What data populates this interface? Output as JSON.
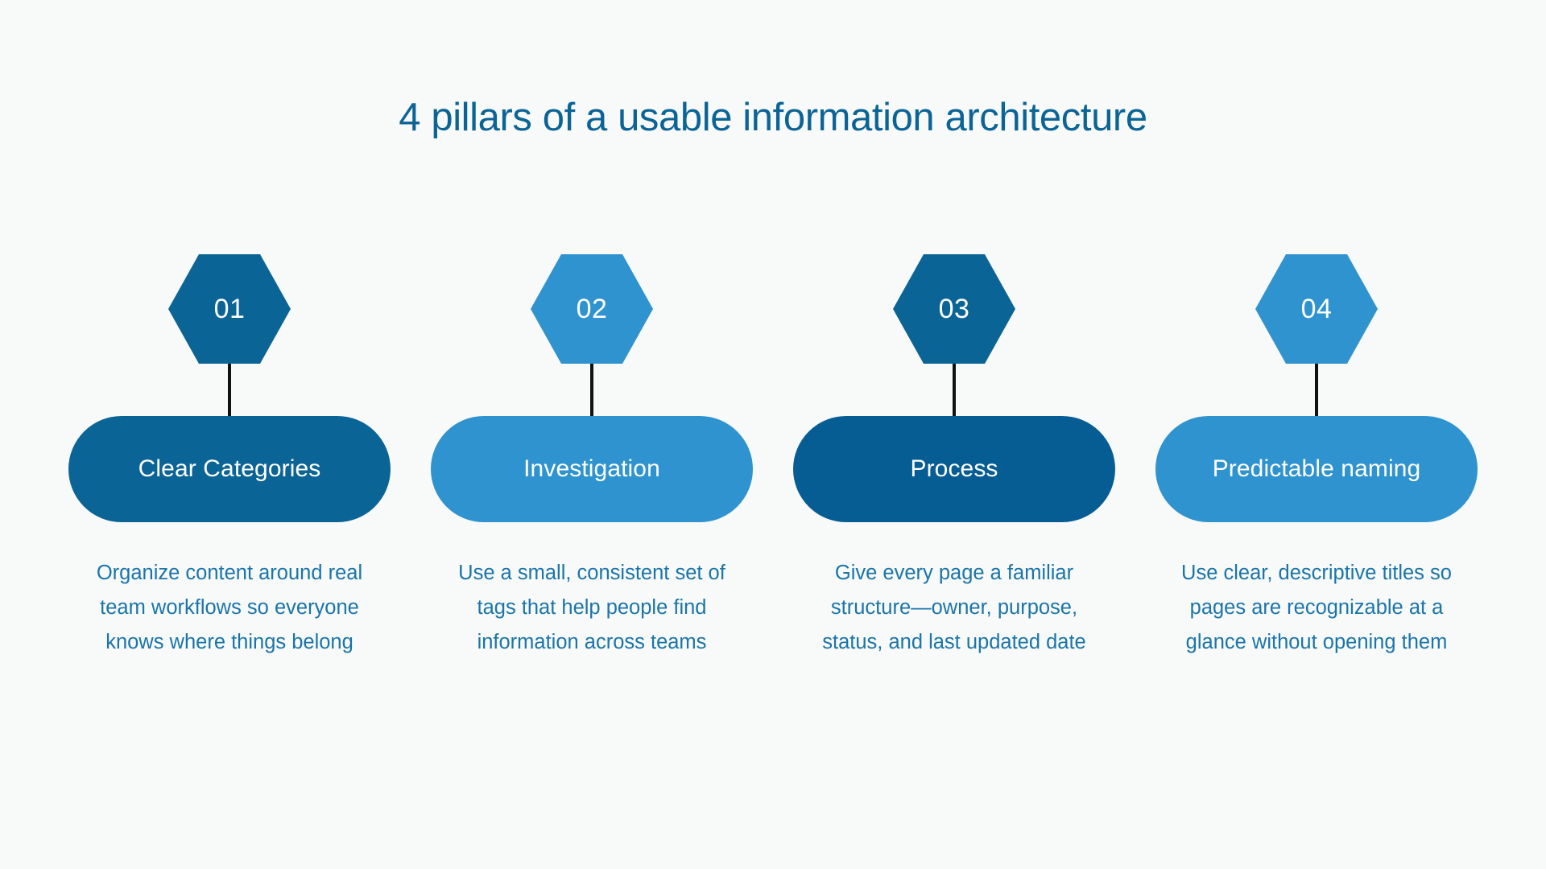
{
  "page": {
    "background_color": "#f8f9f9",
    "title": "4 pillars of a usable information architecture",
    "title_color": "#0b6496",
    "description_color": "#1a75a9",
    "connector_color": "#111111"
  },
  "palette": {
    "dark_blue": "#0b6496",
    "light_blue": "#2e93ce",
    "deep_blue": "#065d94",
    "white": "#ffffff"
  },
  "pillars": [
    {
      "number": "01",
      "hex_color": "#0b6496",
      "label": "Clear Categories",
      "pill_color": "#0b6496",
      "description": "Organize content around real team workflows so everyone knows where things belong"
    },
    {
      "number": "02",
      "hex_color": "#2e93ce",
      "label": "Investigation",
      "pill_color": "#2e93ce",
      "description": "Use a small, consistent set of tags that help people find information across teams"
    },
    {
      "number": "03",
      "hex_color": "#0b6496",
      "label": "Process",
      "pill_color": "#065d94",
      "description": "Give every page a familiar structure—owner, purpose, status, and last updated date"
    },
    {
      "number": "04",
      "hex_color": "#2e93ce",
      "label": "Predictable naming",
      "pill_color": "#2e93ce",
      "description": "Use clear, descriptive titles so pages are recognizable at a glance without opening them"
    }
  ]
}
